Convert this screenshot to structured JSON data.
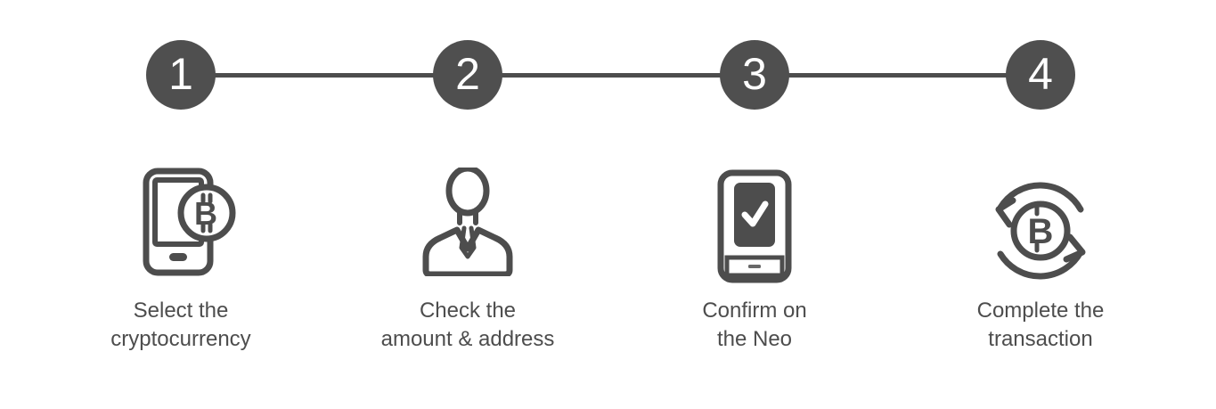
{
  "colors": {
    "ink": "#4d4d4d",
    "circle": "#4f4f4f",
    "number": "#ffffff",
    "background": "#ffffff"
  },
  "bitcoin_symbol": "B",
  "stepper": {
    "steps": [
      {
        "number": "1",
        "label_line1": "Select the",
        "label_line2": "cryptocurrency",
        "icon": "phone-bitcoin-icon"
      },
      {
        "number": "2",
        "label_line1": "Check the",
        "label_line2": "amount & address",
        "icon": "person-suit-icon"
      },
      {
        "number": "3",
        "label_line1": "Confirm on",
        "label_line2": "the Neo",
        "icon": "device-checkmark-icon"
      },
      {
        "number": "4",
        "label_line1": "Complete the",
        "label_line2": "transaction",
        "icon": "bitcoin-cycle-icon"
      }
    ]
  }
}
